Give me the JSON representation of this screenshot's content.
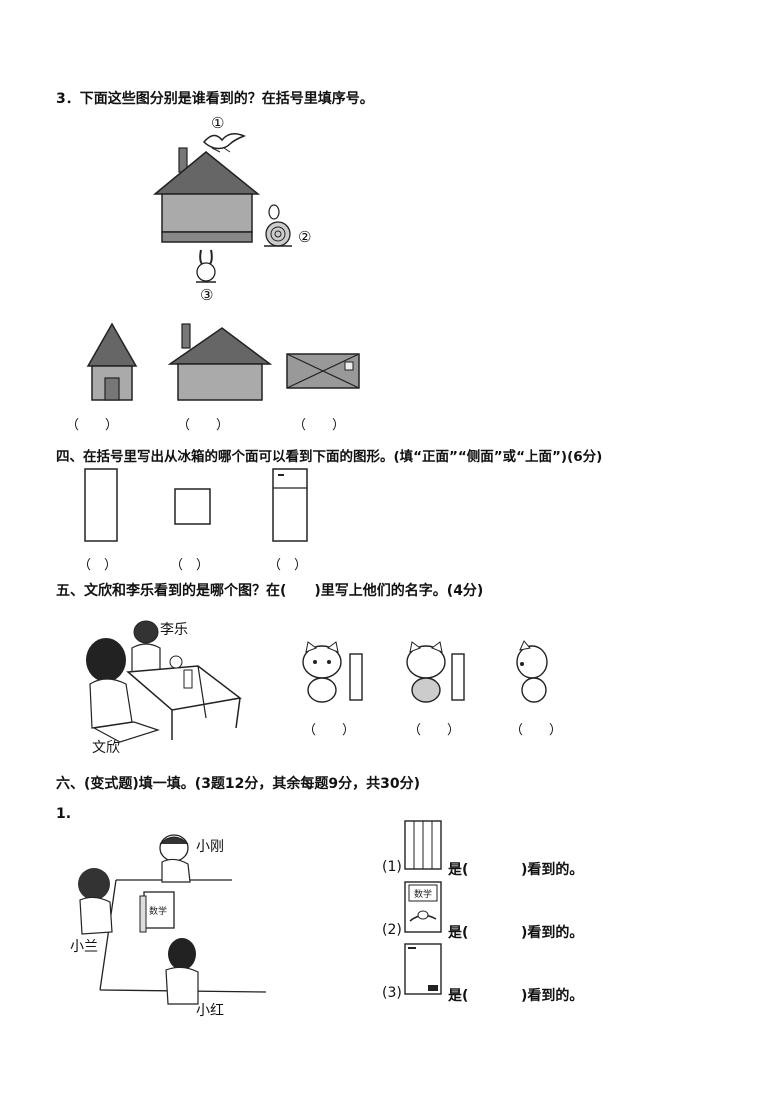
{
  "section3": {
    "title": "3．下面这些图分别是谁看到的？在括号里填序号。",
    "markers": [
      "①",
      "②",
      "③"
    ],
    "blanks": [
      "（　　）",
      "（　　）",
      "（　　）"
    ]
  },
  "section4": {
    "title": "四、在括号里写出从冰箱的哪个面可以看到下面的图形。(填“正面”“侧面”或“上面”)(6分)",
    "blanks": [
      "（　）",
      "（　）",
      "（　）"
    ]
  },
  "section5": {
    "title": "五、文欣和李乐看到的是哪个图？在(　　)里写上他们的名字。(4分)",
    "names": [
      "李乐",
      "文欣"
    ],
    "blanks": [
      "（　　）",
      "（　　）",
      "（　　）"
    ]
  },
  "section6": {
    "title": "六、(变式题)填一填。(3题12分，其余每题9分，共30分)",
    "item_number": "1.",
    "names": [
      "小刚",
      "小兰",
      "小红"
    ],
    "book_label": "数学",
    "answers": [
      {
        "num": "(1)",
        "text_a": "是(",
        "text_b": ")看到的。"
      },
      {
        "num": "(2)",
        "text_a": "是(",
        "text_b": ")看到的。"
      },
      {
        "num": "(3)",
        "text_a": "是(",
        "text_b": ")看到的。"
      }
    ]
  }
}
